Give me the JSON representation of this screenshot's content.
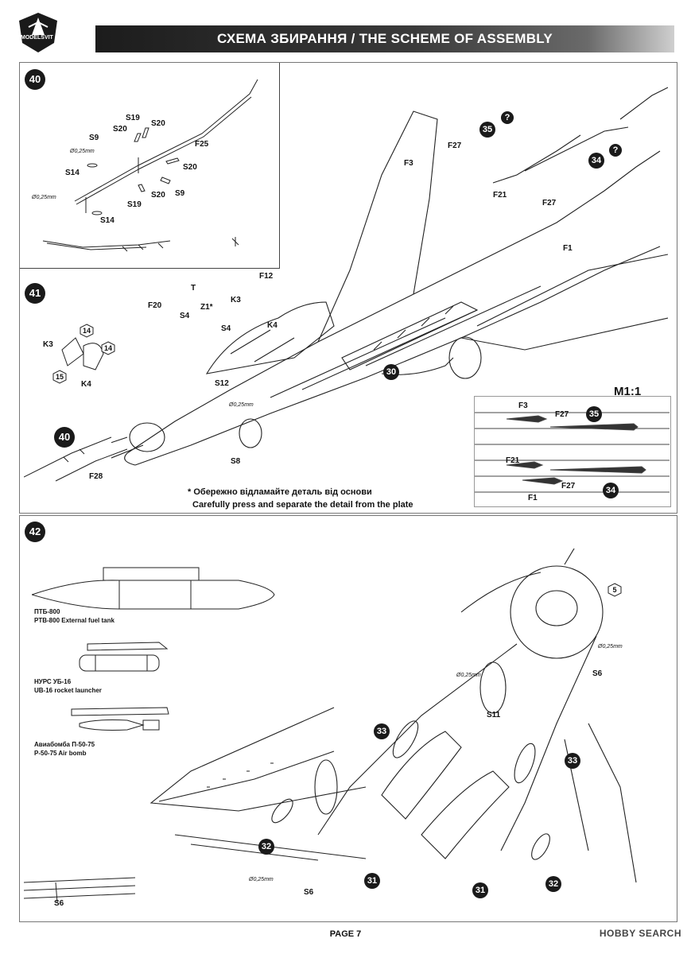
{
  "header": {
    "title": "СХЕМА ЗБИРАННЯ / THE SCHEME OF ASSEMBLY",
    "logo_text": "MODELSVIT"
  },
  "steps": {
    "s40": "40",
    "s41": "41",
    "s42": "42",
    "ref30": "30",
    "ref31": "31",
    "ref32": "32",
    "ref33": "33",
    "ref34": "34",
    "ref35": "35",
    "ref40": "40"
  },
  "step40": {
    "S19a": "S19",
    "S20a": "S20",
    "S20b": "S20",
    "S9a": "S9",
    "S14a": "S14",
    "diam1": "Ø0,25mm",
    "F25": "F25",
    "S20c": "S20",
    "S20d": "S20",
    "S9b": "S9",
    "S19b": "S19",
    "diam2": "Ø0,25mm",
    "S14b": "S14"
  },
  "step41": {
    "T": "T",
    "F20": "F20",
    "Z1": "Z1*",
    "S4a": "S4",
    "S4b": "S4",
    "K3a": "K3",
    "K4a": "K4",
    "F12": "F12",
    "S12": "S12",
    "diam": "Ø0,25mm",
    "S8": "S8",
    "F28": "F28",
    "K3b": "K3",
    "K4b": "K4",
    "h14a": "14",
    "h14b": "14",
    "h15": "15",
    "F3": "F3",
    "F27a": "F27",
    "F21": "F21",
    "F27b": "F27",
    "F1": "F1",
    "note_ua": "* Обережно відламайте деталь від основи",
    "note_en": "Carefully press and separate the detail from the plate"
  },
  "inset": {
    "scale": "M1:1",
    "F3": "F3",
    "F27a": "F27",
    "F21": "F21",
    "F27b": "F27",
    "F1": "F1"
  },
  "step42": {
    "ptb_ua": "ПТБ-800",
    "ptb_en": "PTB-800 External fuel tank",
    "ub_ua": "НУРС УБ-16",
    "ub_en": "UB-16 rocket launcher",
    "bomb_ua": "Авиабомба П-50-75",
    "bomb_en": "P-50-75 Air bomb",
    "h5": "5",
    "diam1": "Ø0,25mm",
    "S6a": "S6",
    "diam2": "Ø0,25mm",
    "S11": "S11",
    "diam3": "Ø0,25mm",
    "S6b": "S6",
    "S6c": "S6"
  },
  "qmark": "?",
  "footer": {
    "page": "PAGE 7",
    "watermark": "HOBBY SEARCH"
  }
}
